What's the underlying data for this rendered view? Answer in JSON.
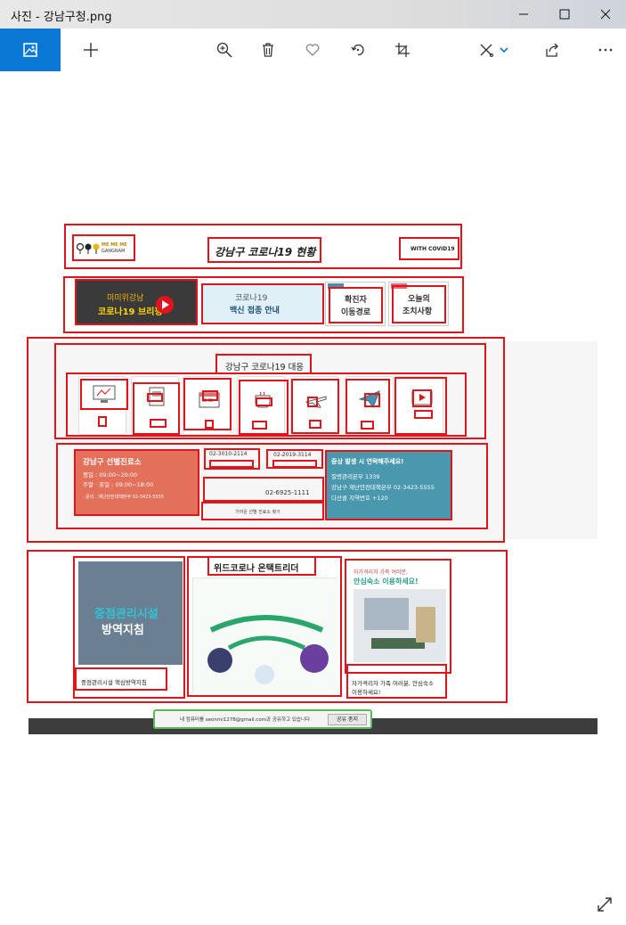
{
  "window": {
    "title": "사진 - 강남구청.png",
    "controls": {
      "minimize": "minimize-icon",
      "maximize": "maximize-icon",
      "close": "close-icon"
    }
  },
  "toolbar": {
    "items": [
      "gallery-icon",
      "add-icon",
      "zoom-in-icon",
      "delete-icon",
      "favorite-icon",
      "rotate-icon",
      "crop-icon",
      "edit-draw-icon",
      "share-icon",
      "more-icon"
    ],
    "accent": "#0a78d4"
  },
  "page": {
    "header": {
      "logo_text_top": "ME ME ME",
      "logo_text_bottom": "GANGNAM",
      "title": "강남구 코로나19 현황",
      "with_covid": "WITH COVID19"
    },
    "banners": {
      "briefing_line1": "미미위강남",
      "briefing_line2": "코로나19 브리핑",
      "vaccine_line1": "코로나19",
      "vaccine_line2": "백신 접종 안내",
      "route_line1": "확진자",
      "route_line2": "이동경로",
      "today_line1": "오늘의",
      "today_line2": "조치사항"
    },
    "response": {
      "title": "강남구 코로나19 대응"
    },
    "clinic": {
      "title": "강남구 선별진료소",
      "weekday": "평일 : 09:00~20:00",
      "weekend": "주말 · 휴일 : 09:00~18:00",
      "note": "· 문의 : 재난안전대책본부 02-3423-5555",
      "phone1": "02-3010-2114",
      "phone2": "02-2019-3114",
      "phone3": "02-6925-1111",
      "find_clinic": "가까운 선별 진료소 찾기"
    },
    "symptom": {
      "title": "증상 발생 시 연락해주세요!",
      "line1": "질병관리본부 1339",
      "line2": "강남구 재난안전대책본부  02-3423-5555",
      "line3": "다산콜 지역번호 +120"
    },
    "contact": {
      "title": "위드코로나 온택트리더"
    },
    "cards": {
      "left_poster_line1": "중점관리시설",
      "left_poster_line2": "방역지침",
      "left_caption": "중점관리시설 핵심방역지침",
      "right_poster_line1": "자가격리자 가족 여러분,",
      "right_poster_line2": "안심숙소 이용하세요!",
      "right_caption_line1": "자가격리자 가족 여러분, 안심숙소",
      "right_caption_line2": "이용하세요!"
    },
    "share_bar": {
      "text": "내 컴퓨터를 seonmi1278@gmail.com과 공유하고 있습니다",
      "button": "공유 중지"
    }
  }
}
